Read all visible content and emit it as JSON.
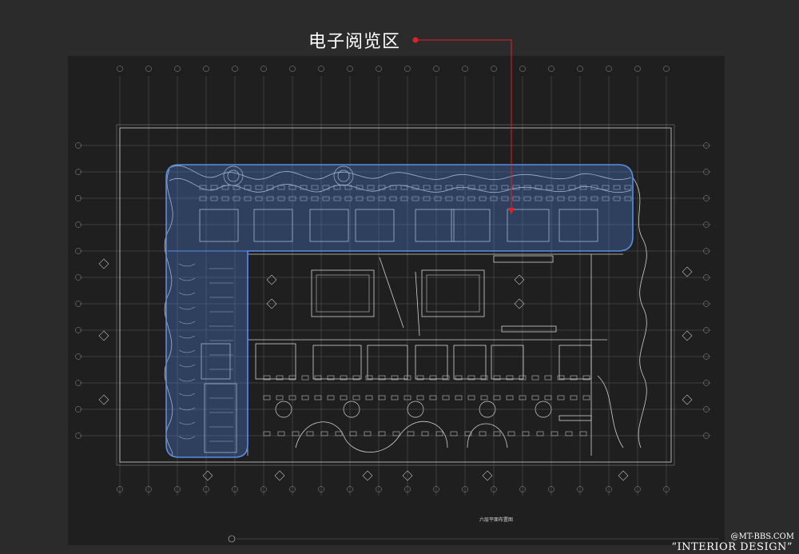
{
  "callout": {
    "label": "电子阅览区",
    "accent_color": "#e0202a"
  },
  "highlight": {
    "fill_color": "#4a7fd4",
    "stroke_color": "#5a8de0"
  },
  "plan": {
    "title": "六层平面布置图",
    "line_color": "#d8d8d8"
  },
  "watermark": {
    "site": "@MT-BBS.COM",
    "brand": "“INTERIOR DESIGN”"
  }
}
